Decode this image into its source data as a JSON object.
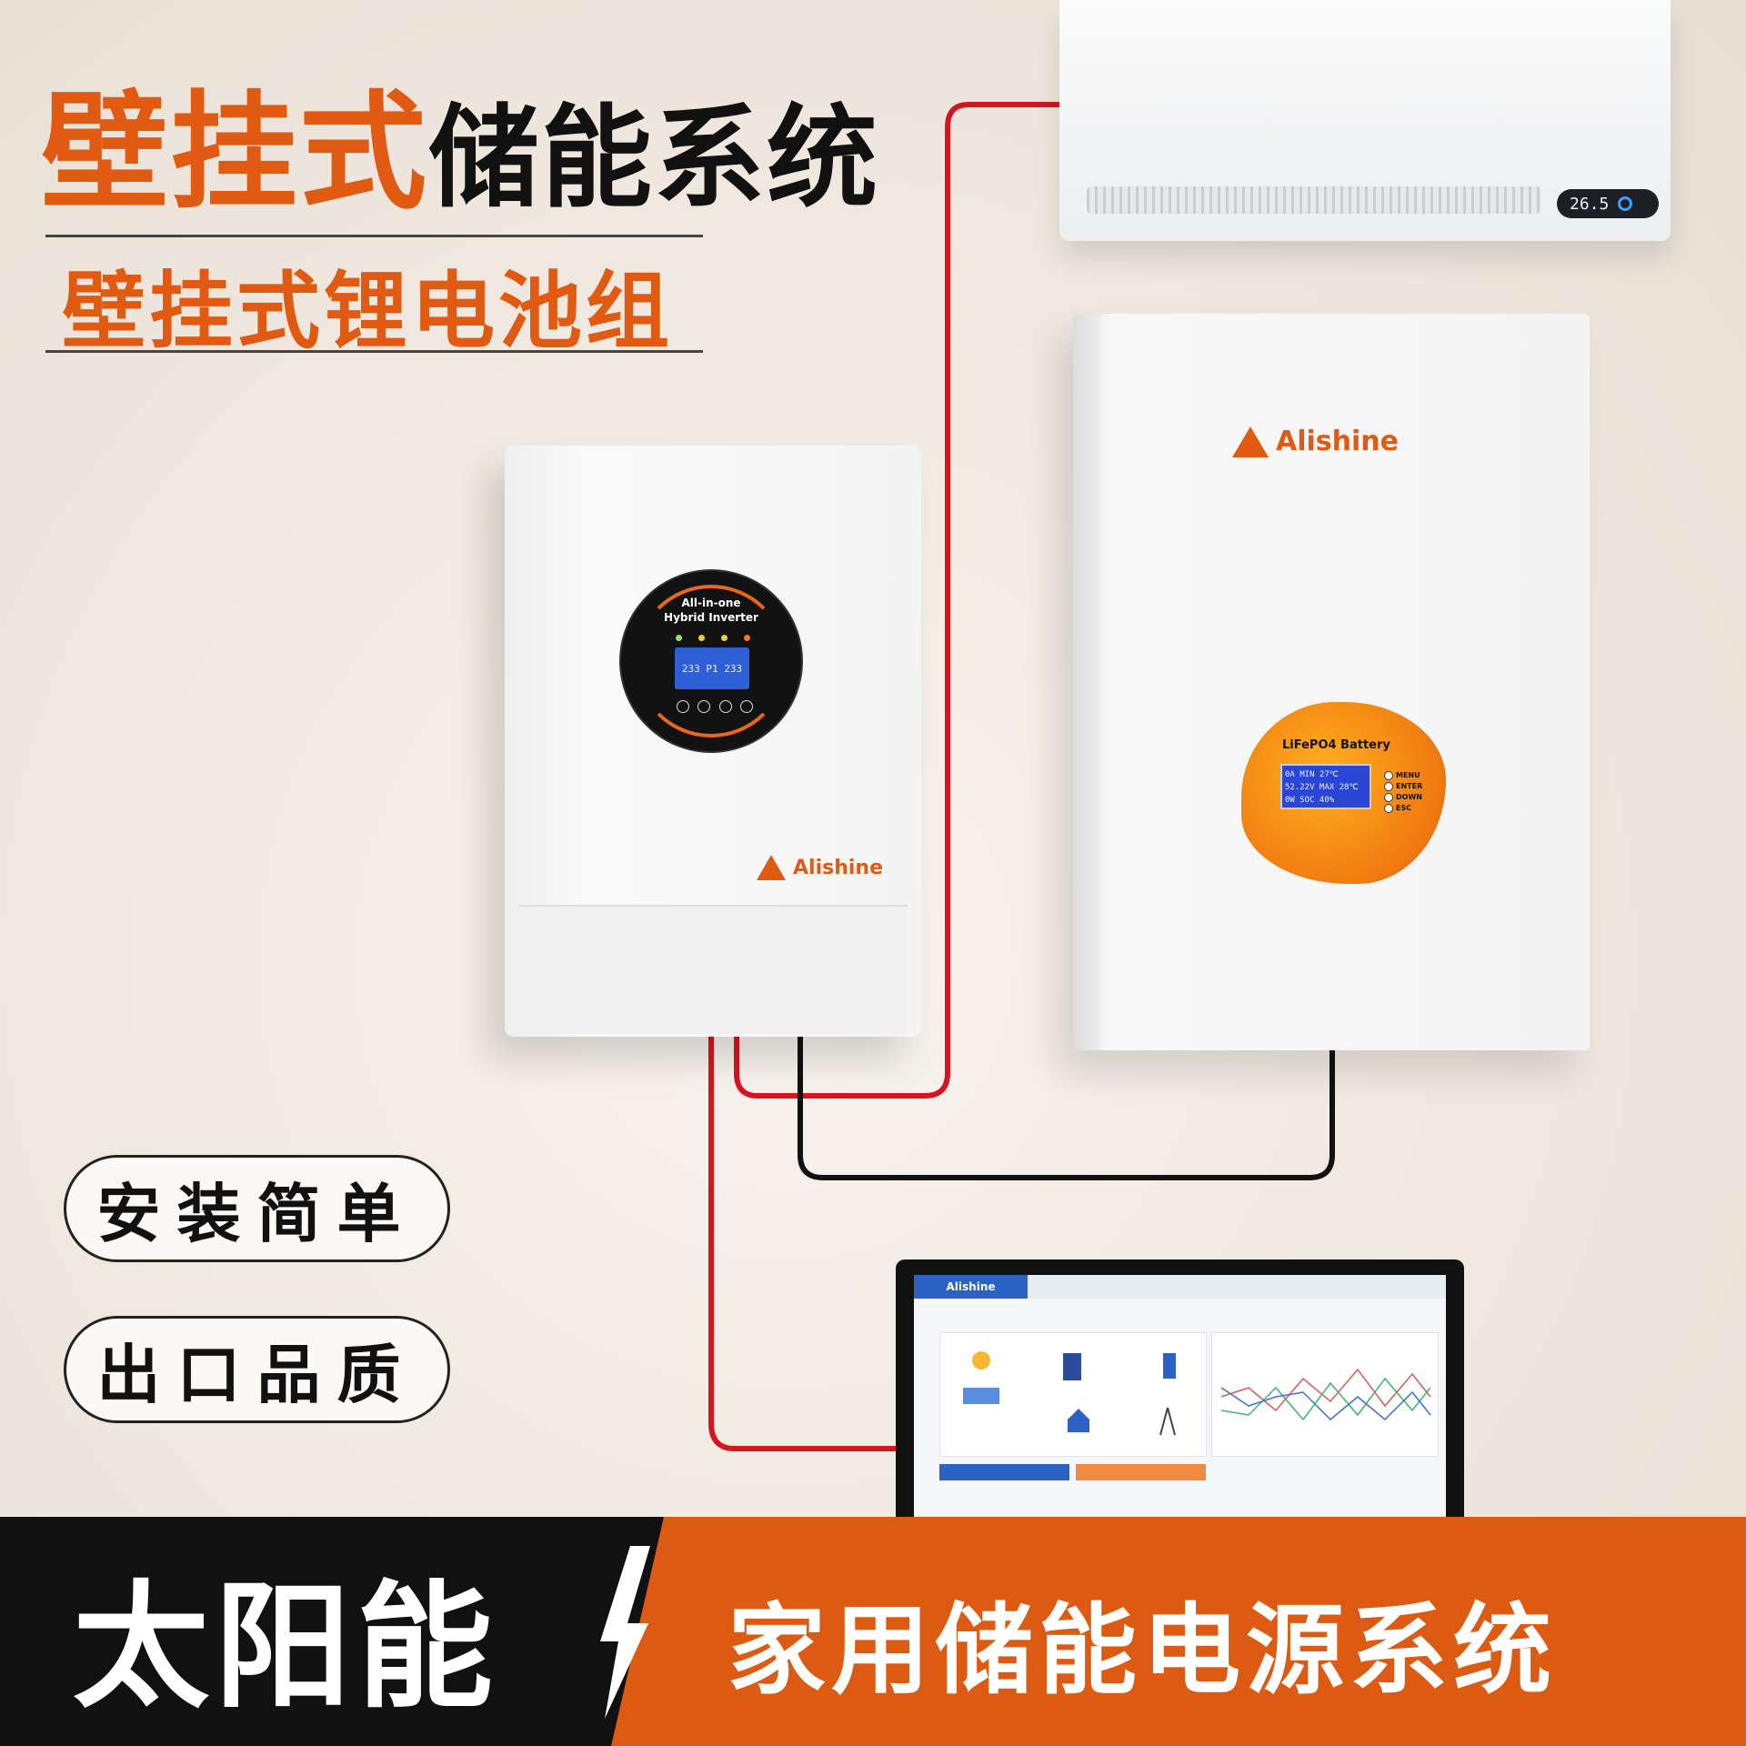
{
  "headline": {
    "orange": "壁挂式",
    "black": "储能系统"
  },
  "subtitle": "壁挂式锂电池组",
  "features": [
    "安装简单",
    "出口品质"
  ],
  "ac_unit": {
    "display": "26.5"
  },
  "inverter": {
    "disc_line1": "All-in-one",
    "disc_line2": "Hybrid Inverter",
    "lcd": "233 P1 233",
    "brand": "Alishine"
  },
  "battery": {
    "brand": "Alishine",
    "label": "LiFePO4 Battery",
    "lcd_lines": [
      "0A MIN 27℃",
      "52.22V MAX 28℃",
      "0W SOC 40%"
    ],
    "menu": [
      "MENU",
      "ENTER",
      "DOWN",
      "ESC"
    ]
  },
  "laptop": {
    "brand": "Alishine"
  },
  "banner": {
    "left": "太阳能",
    "right": "家用储能电源系统"
  },
  "colors": {
    "accent": "#e05a12",
    "cable_red": "#d8141f",
    "cable_black": "#111111"
  }
}
